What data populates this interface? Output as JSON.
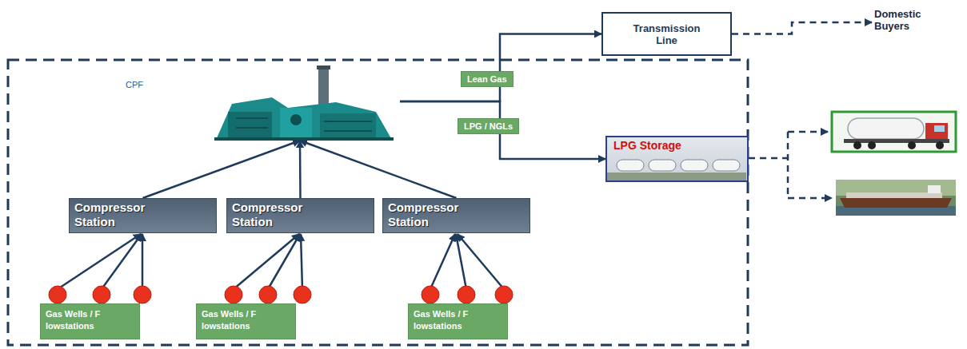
{
  "diagram": {
    "nodes": [
      {
        "text": [
          "Transmission Line"
        ]
      },
      {
        "text": [
          "Domestic Buyers"
        ]
      },
      {
        "text": [
          "CPF"
        ]
      },
      {
        "text": [
          "LPG Storage"
        ]
      },
      {
        "text": [
          "Compressor Station"
        ]
      },
      {
        "text": [
          "Compressor Station"
        ]
      },
      {
        "text": [
          "Compressor Station"
        ]
      },
      {
        "text": [
          "Gas Wells / F lowstations"
        ]
      },
      {
        "text": [
          "Gas Wells / F lowstations"
        ]
      },
      {
        "text": [
          "Gas Wells / F lowstations"
        ]
      }
    ],
    "edges": [
      {
        "from": 4,
        "to": 2,
        "arrow": "to"
      },
      {
        "from": 5,
        "to": 2,
        "arrow": "to"
      },
      {
        "from": 6,
        "to": 2,
        "arrow": "to"
      },
      {
        "from": 2,
        "to": 0,
        "label": "Lean Gas",
        "arrow": "to"
      },
      {
        "from": 2,
        "to": 3,
        "label": "LPG / NGLs",
        "arrow": "to"
      },
      {
        "from": 0,
        "to": 1,
        "arrow": "to"
      }
    ]
  }
}
